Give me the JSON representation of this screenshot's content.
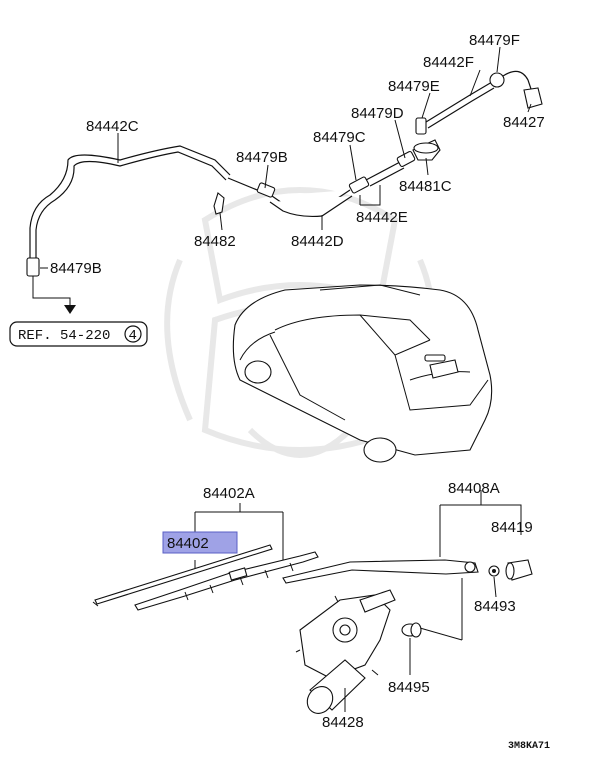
{
  "labels": {
    "p84479F": "84479F",
    "p84442F": "84442F",
    "p84479E": "84479E",
    "p84427": "84427",
    "p84479D": "84479D",
    "p84442C": "84442C",
    "p84479C": "84479C",
    "p84479B_top": "84479B",
    "p84481C": "84481C",
    "p84442E": "84442E",
    "p84482": "84482",
    "p84442D": "84442D",
    "p84479B_bottom": "84479B",
    "p84402A": "84402A",
    "p84402": "84402",
    "p84408A": "84408A",
    "p84419": "84419",
    "p84493": "84493",
    "p84495": "84495",
    "p84428": "84428"
  },
  "reference": {
    "text": "REF. 54-220",
    "circled_number": "4"
  },
  "footer_code": "3M8KA71",
  "highlight_color": "#9fa2e6",
  "icons": [
    "down-arrow-icon",
    "car-illustration",
    "washer-hose",
    "wiper-blade",
    "wiper-arm",
    "wiper-motor",
    "watermark-logo"
  ]
}
